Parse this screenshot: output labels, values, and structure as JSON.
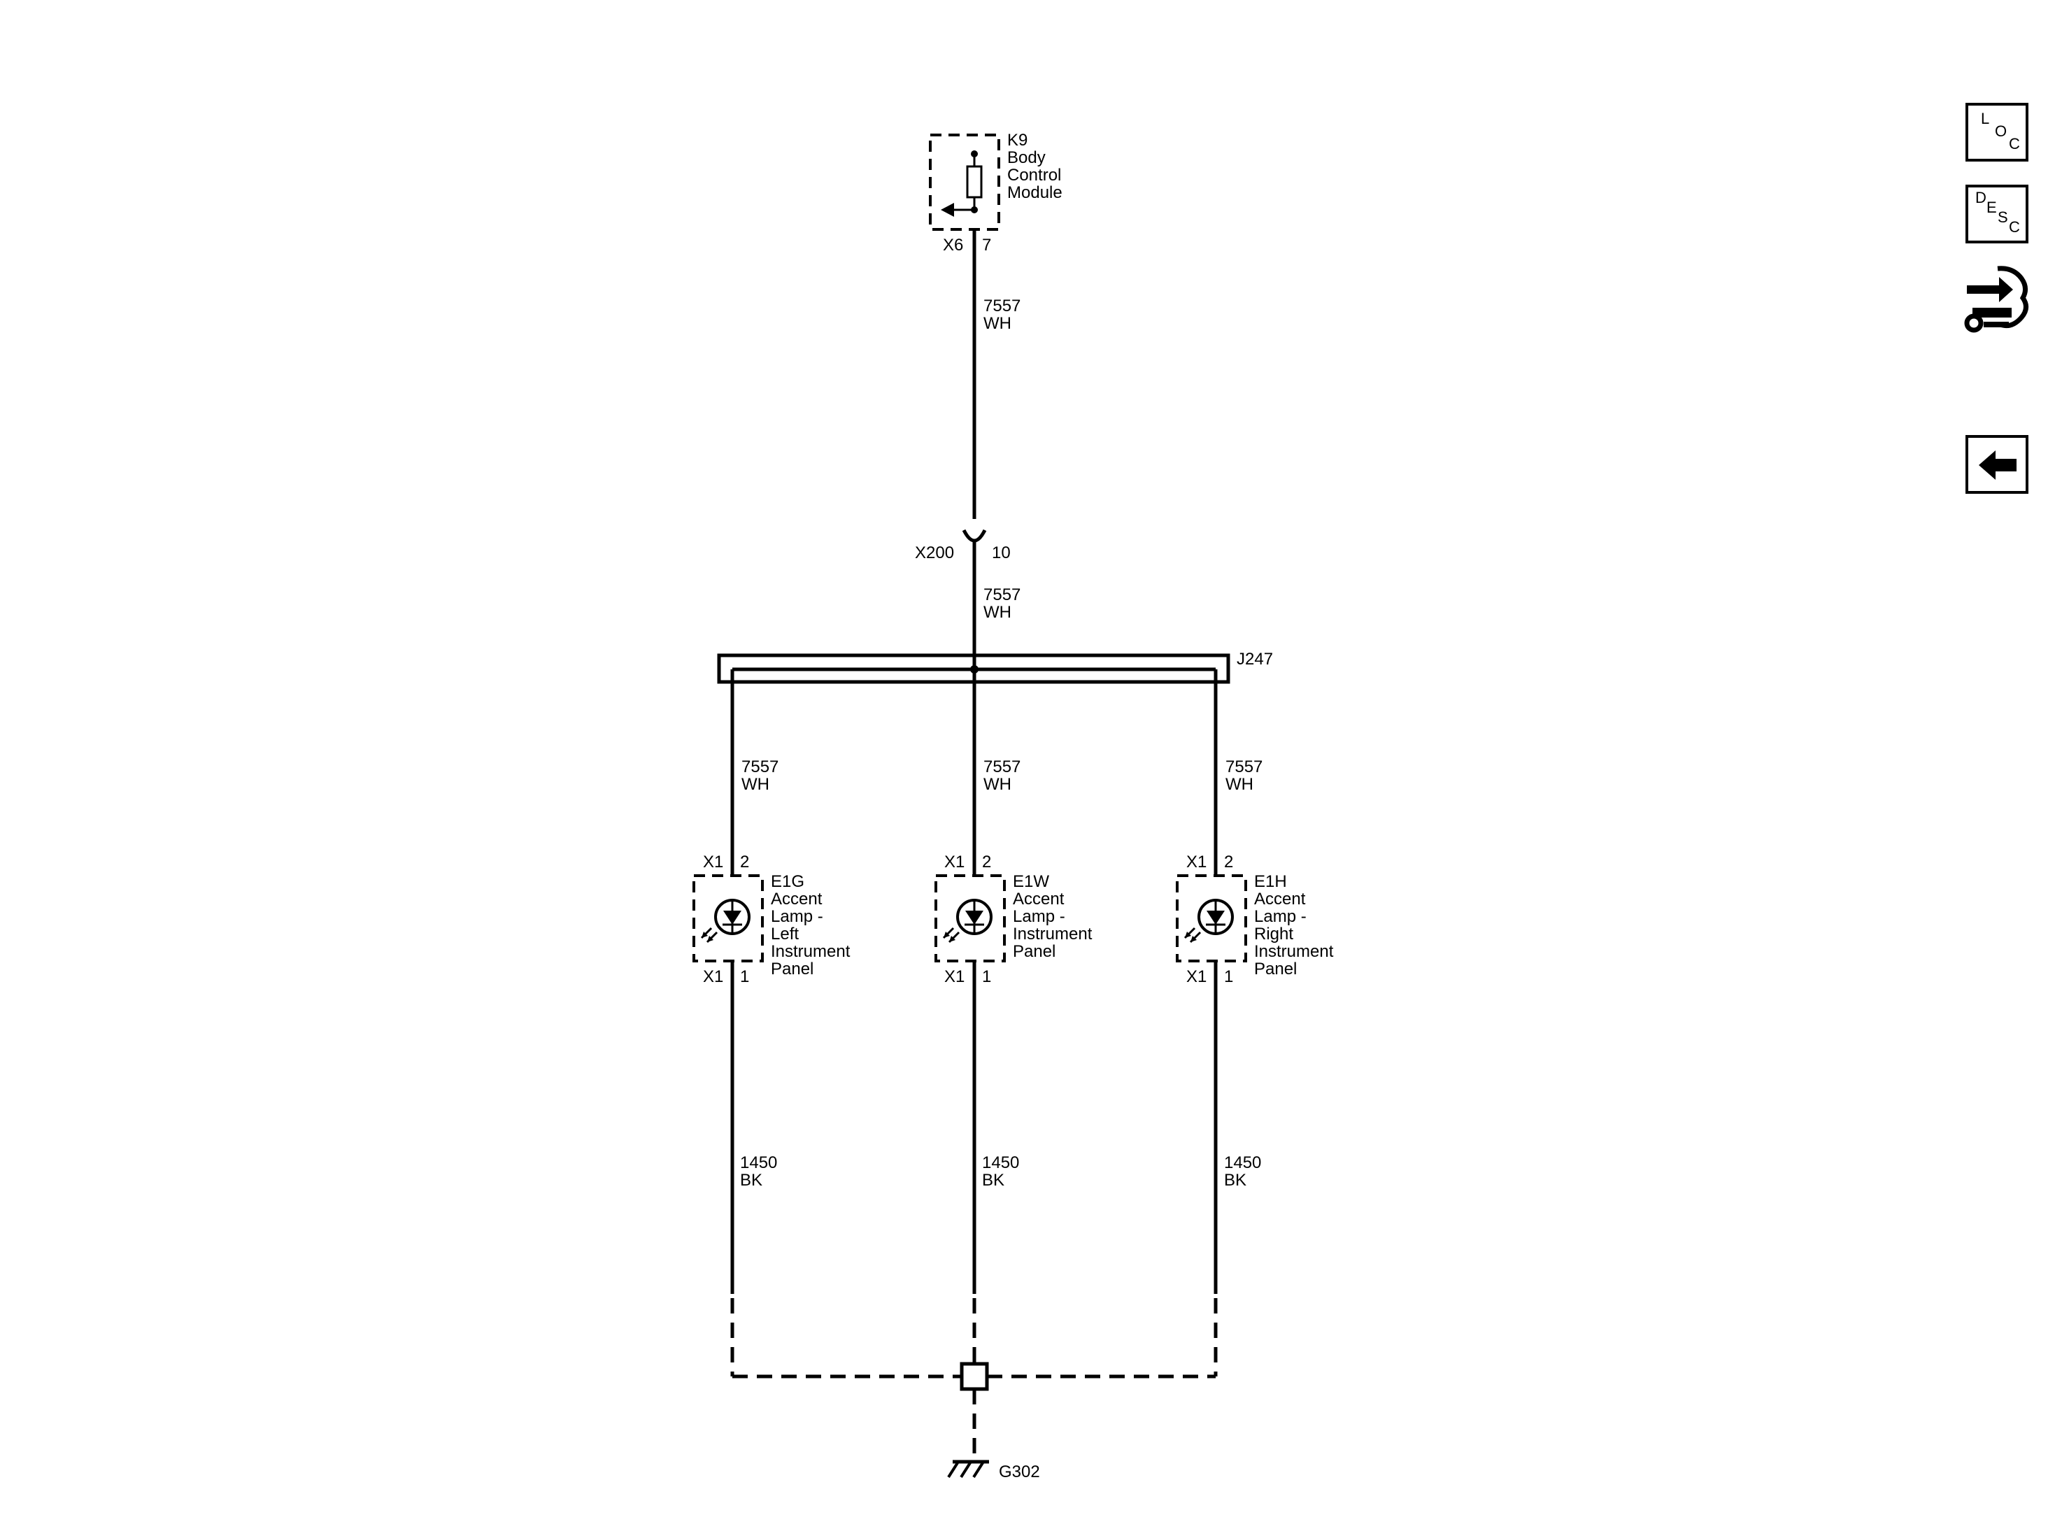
{
  "components": {
    "k9": {
      "id": "K9",
      "lines": [
        "Body",
        "Control",
        "Module"
      ],
      "connector": "X6",
      "pin": "7"
    },
    "e1g": {
      "id": "E1G",
      "lines": [
        "Accent",
        "Lamp -",
        "Left",
        "Instrument",
        "Panel"
      ],
      "connector_top": "X1",
      "pin_top": "2",
      "connector_bottom": "X1",
      "pin_bottom": "1"
    },
    "e1w": {
      "id": "E1W",
      "lines": [
        "Accent",
        "Lamp -",
        "Instrument",
        "Panel"
      ],
      "connector_top": "X1",
      "pin_top": "2",
      "connector_bottom": "X1",
      "pin_bottom": "1"
    },
    "e1h": {
      "id": "E1H",
      "lines": [
        "Accent",
        "Lamp -",
        "Right",
        "Instrument",
        "Panel"
      ],
      "connector_top": "X1",
      "pin_top": "2",
      "connector_bottom": "X1",
      "pin_bottom": "1"
    }
  },
  "inline_connector": {
    "id": "X200",
    "pin": "10"
  },
  "splice": {
    "id": "J247"
  },
  "ground": {
    "id": "G302"
  },
  "wires": {
    "k9_to_x200": {
      "circuit": "7557",
      "color": "WH"
    },
    "x200_to_j247": {
      "circuit": "7557",
      "color": "WH"
    },
    "j247_to_e1g": {
      "circuit": "7557",
      "color": "WH"
    },
    "j247_to_e1w": {
      "circuit": "7557",
      "color": "WH"
    },
    "j247_to_e1h": {
      "circuit": "7557",
      "color": "WH"
    },
    "e1g_to_ground": {
      "circuit": "1450",
      "color": "BK"
    },
    "e1w_to_ground": {
      "circuit": "1450",
      "color": "BK"
    },
    "e1h_to_ground": {
      "circuit": "1450",
      "color": "BK"
    }
  },
  "side_buttons": {
    "loc": {
      "letters": [
        "L",
        "O",
        "C"
      ]
    },
    "desc": {
      "letters": [
        "D",
        "E",
        "S",
        "C"
      ]
    }
  },
  "icons": {
    "connector_view": "connector-end-view-icon",
    "back": "back-arrow-icon"
  }
}
